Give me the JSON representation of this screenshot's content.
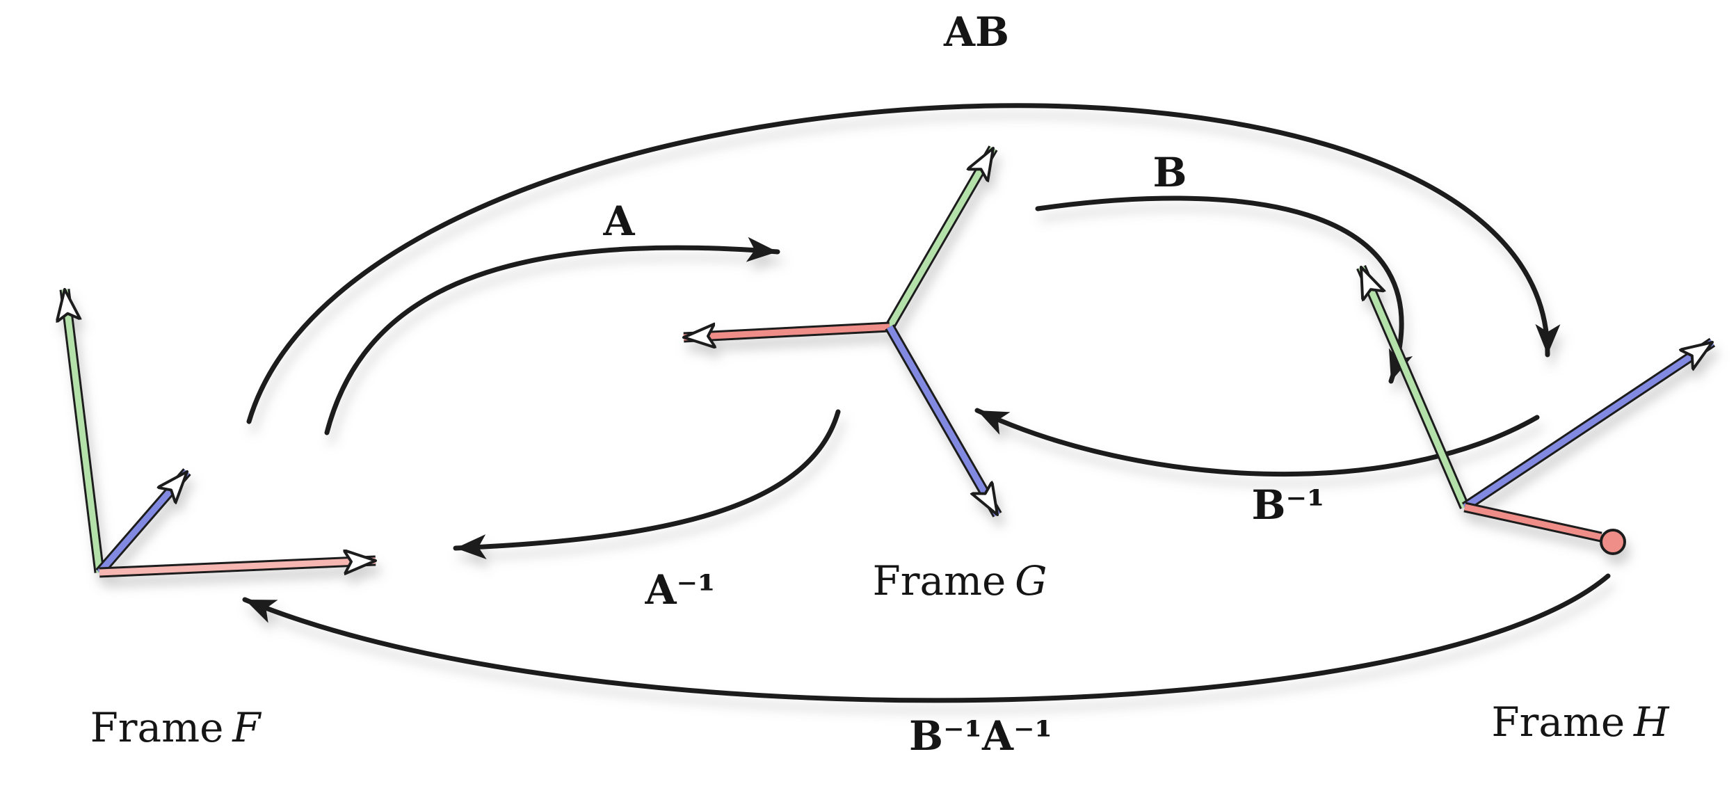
{
  "diagram": {
    "colors": {
      "axis_green": "#b4e0aa",
      "axis_red": "#ef8e89",
      "axis_red_light": "#f6b6b2",
      "axis_blue": "#8289e0",
      "ink": "#1c1c1c"
    },
    "transform_labels": {
      "a": "A",
      "b": "B",
      "ab": "AB",
      "a_inverse": "A⁻¹",
      "b_inverse": "B⁻¹",
      "b_inverse_a_inverse": "B⁻¹A⁻¹"
    },
    "frame_labels": {
      "f": {
        "word": "Frame",
        "letter": "F"
      },
      "g": {
        "word": "Frame",
        "letter": "G"
      },
      "h": {
        "word": "Frame",
        "letter": "H"
      }
    }
  }
}
